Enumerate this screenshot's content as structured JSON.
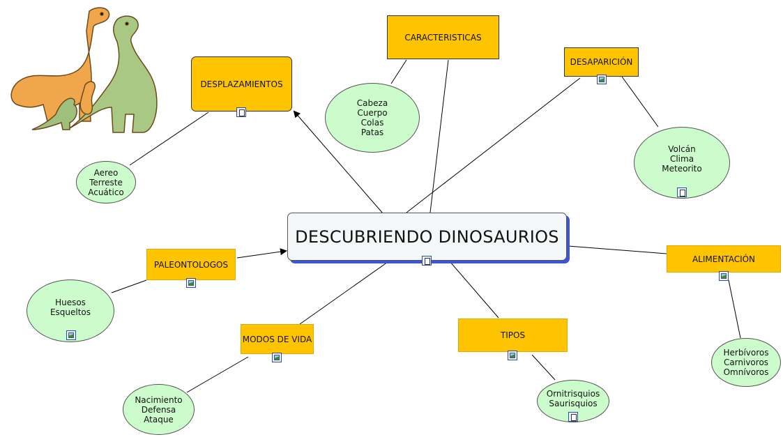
{
  "main": {
    "title": "DESCUBRIENDO DINOSAURIOS"
  },
  "concepts": {
    "desplazamientos": "DESPLAZAMIENTOS",
    "caracteristicas": "CARACTERISTICAS",
    "desaparicion": "DESAPARICIÓN",
    "paleontologos": "PALEONTOLOGOS",
    "alimentacion": "ALIMENTACIÓN",
    "modos_de_vida": "MODOS DE VIDA",
    "tipos": "TIPOS"
  },
  "details": {
    "desplazamientos": [
      "Aereo",
      "Terreste",
      "Acuático"
    ],
    "caracteristicas": [
      "Cabeza",
      "Cuerpo",
      "Colas",
      "Patas"
    ],
    "desaparicion": [
      "Volcán",
      "Clima",
      "Meteorito"
    ],
    "paleontologos": [
      "Huesos",
      "Esqueltos"
    ],
    "alimentacion": [
      "Herbívoros",
      "Carnivoros",
      "Omnívoros"
    ],
    "modos_de_vida": [
      "Nacimiento",
      "Defensa",
      "Ataque"
    ],
    "tipos": [
      "Ornitrisquios",
      "Saurisquios"
    ]
  },
  "icons": {
    "illustration": "dinosaur-family-illustration",
    "document_resource": "document-resource-icon",
    "image_resource": "image-resource-icon"
  },
  "colors": {
    "concept_fill": "#fec400",
    "detail_fill": "#ccfccc",
    "main_fill": "#f3f7f8",
    "main_shadow": "#3a56d6"
  }
}
